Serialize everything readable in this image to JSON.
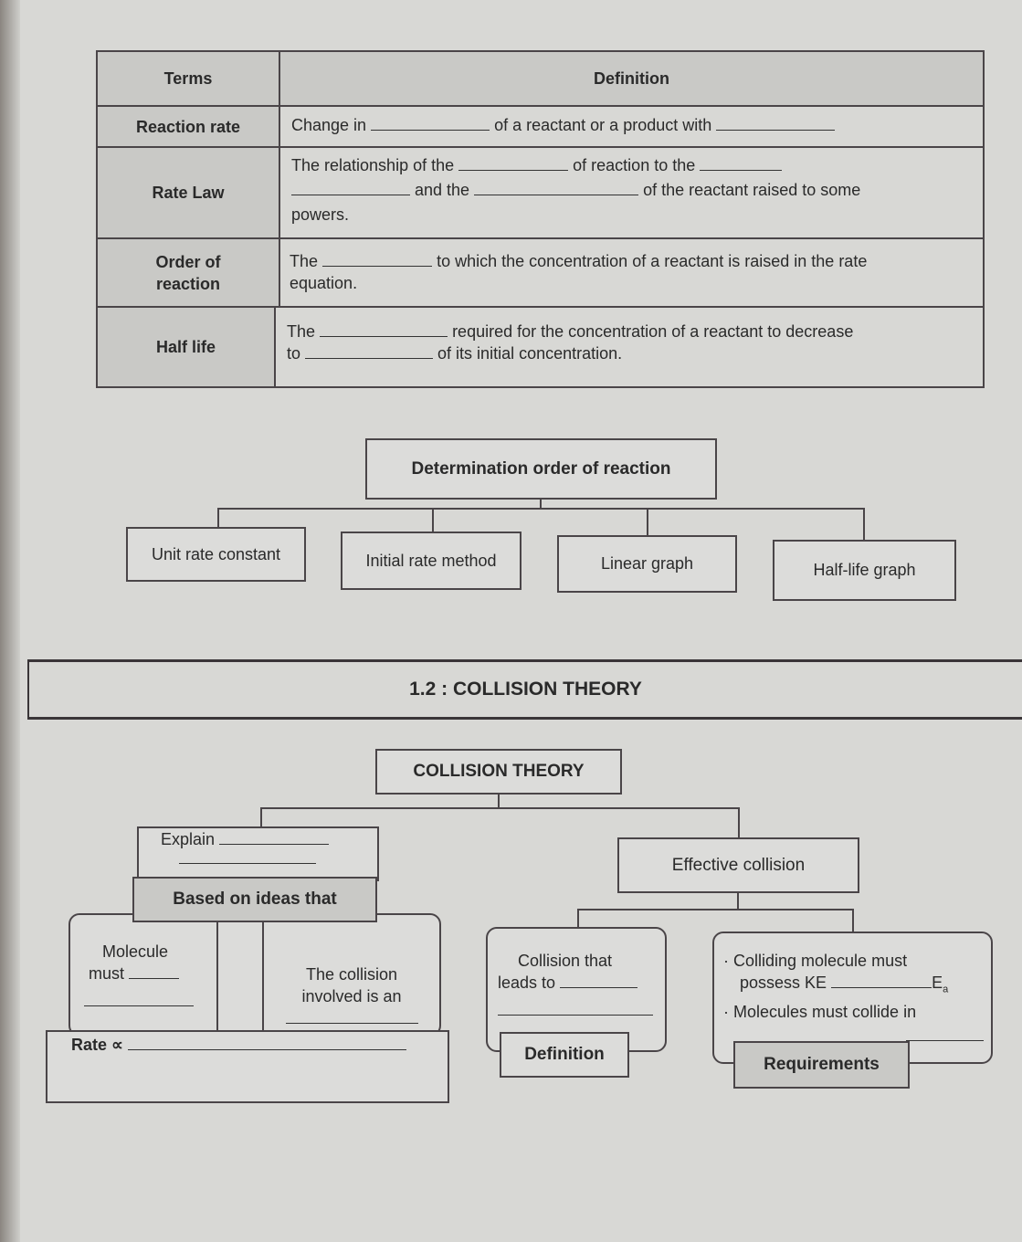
{
  "table": {
    "headers": {
      "terms": "Terms",
      "definition": "Definition"
    },
    "rows": [
      {
        "term": "Reaction rate",
        "parts": [
          "Change in",
          "of a reactant or a product with"
        ]
      },
      {
        "term": "Rate Law",
        "parts": [
          "The relationship of the",
          "of reaction to the",
          "and the",
          "of the reactant raised to some",
          "powers."
        ]
      },
      {
        "term": "Order of reaction",
        "parts": [
          "The",
          "to which the concentration of a reactant is raised in the rate",
          "equation."
        ]
      },
      {
        "term": "Half life",
        "parts": [
          "The",
          "required for the concentration of a reactant to decrease",
          "to",
          "of its initial concentration."
        ]
      }
    ]
  },
  "order_diagram": {
    "title": "Determination order of reaction",
    "methods": [
      "Unit rate constant",
      "Initial rate method",
      "Linear graph",
      "Half-life graph"
    ]
  },
  "section": {
    "title": "1.2 : COLLISION THEORY"
  },
  "collision_diagram": {
    "title": "COLLISION THEORY",
    "explain": "Explain",
    "based_on": "Based on ideas that",
    "molecule_must": [
      "Molecule",
      "must"
    ],
    "collision_involved": [
      "The collision",
      "involved is an"
    ],
    "rate": "Rate ∝",
    "effective": "Effective collision",
    "collision_leads": [
      "Collision that",
      "leads to"
    ],
    "definition_label": "Definition",
    "requirements": [
      "· Colliding molecule must",
      "possess KE",
      "E",
      "a",
      "· Molecules must collide in"
    ],
    "requirements_label": "Requirements"
  }
}
